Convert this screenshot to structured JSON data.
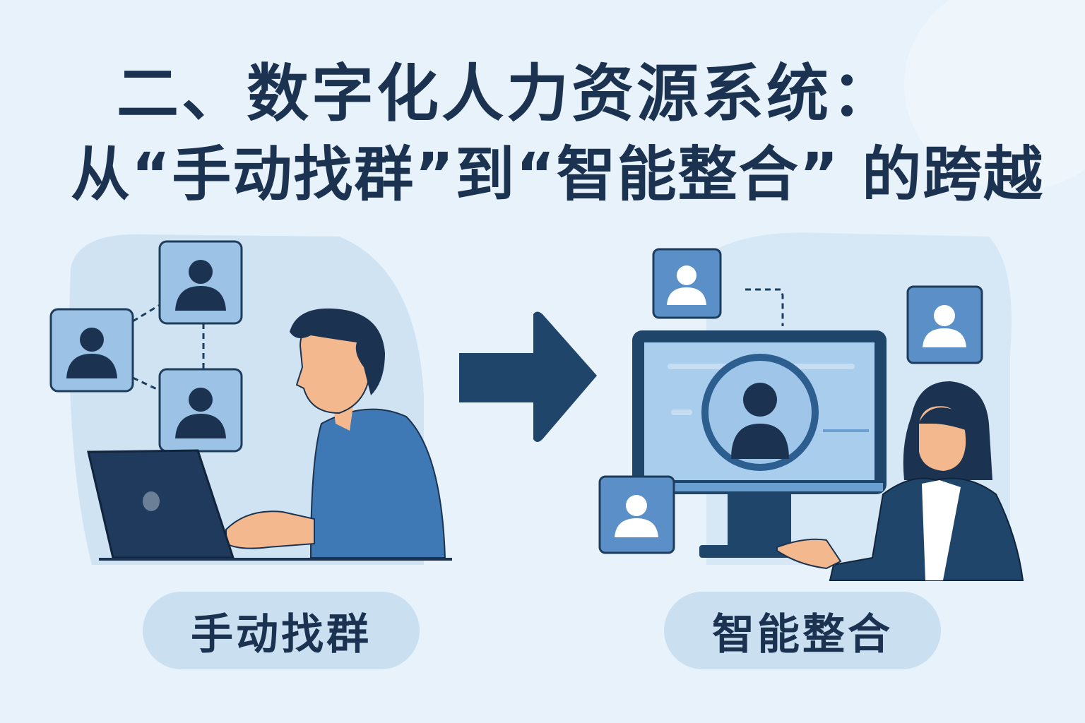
{
  "title": {
    "line1": "二、数字化人力资源系统：",
    "line2": "从“手动找群”到“智能整合” 的跨越"
  },
  "labels": {
    "left": "手动找群",
    "right": "智能整合"
  },
  "colors": {
    "background": "#e7f2fb",
    "title": "#1b3350",
    "dark_blue": "#1f456b",
    "card_light": "#9cc3e6",
    "card_mid": "#5b8fc7",
    "pill": "#cadff0"
  }
}
